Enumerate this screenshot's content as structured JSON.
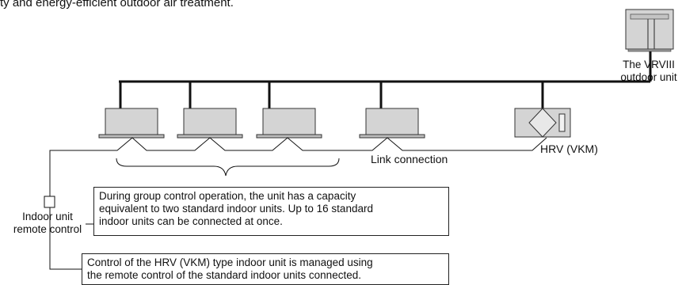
{
  "intro_fragment": "ty and energy-efficient outdoor air treatment.",
  "outdoor_unit": {
    "label_line1": "The VRVIII",
    "label_line2": "outdoor unit"
  },
  "hrv_unit": {
    "label": "HRV (VKM)"
  },
  "link": {
    "label": "Link connection"
  },
  "remote_control": {
    "label_line1": "Indoor unit",
    "label_line2": "remote control"
  },
  "notes": {
    "group_control": [
      "During group control operation, the unit has a capacity",
      "equivalent to two standard indoor units. Up to 16 standard",
      "indoor units can be connected at once."
    ],
    "hrv_control": [
      "Control of the HRV (VKM) type indoor unit is managed using",
      "the remote control of the standard indoor units connected."
    ]
  },
  "colors": {
    "unit_fill": "#d4d4d4",
    "line": "#111111"
  }
}
